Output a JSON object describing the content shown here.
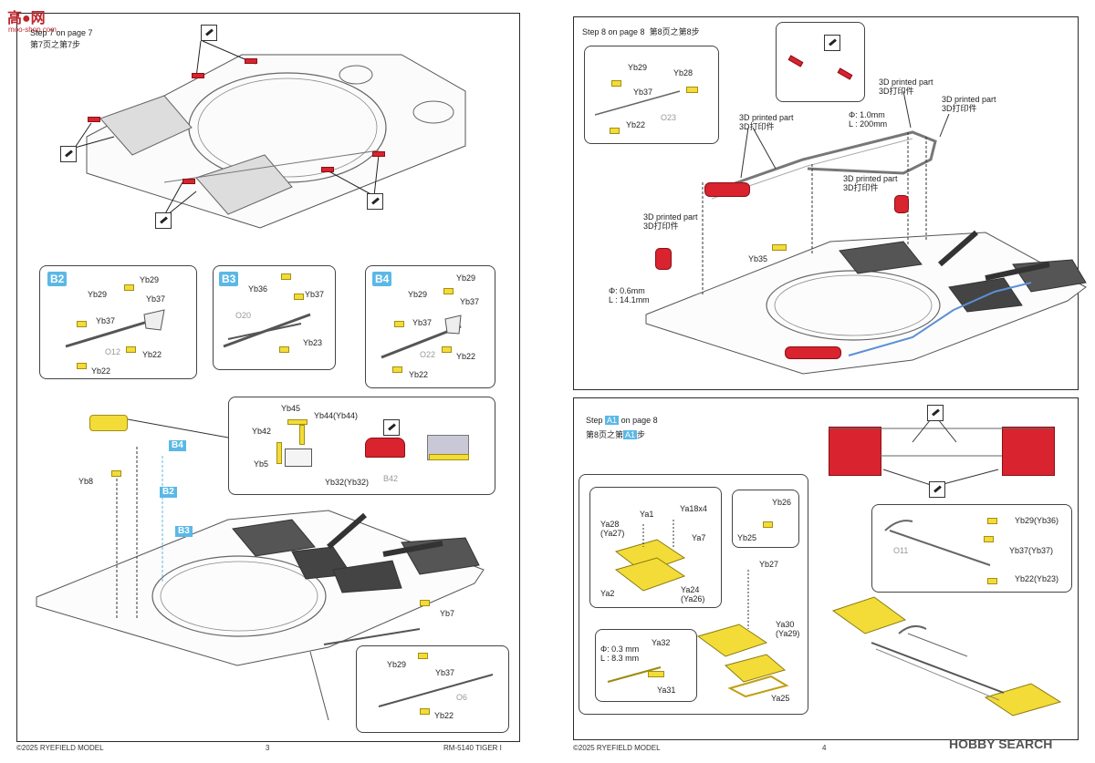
{
  "watermark_left": {
    "title": "高●网",
    "url": "moo-shop.com"
  },
  "watermark_right": {
    "text": "HOBBY SEARCH"
  },
  "left_page": {
    "step_ref": "Step 7 on page 7",
    "step_ref_cn": "第7页之第7步",
    "boxes": {
      "b2": {
        "tag": "B2",
        "labels": [
          "Yb29",
          "Yb29",
          "Yb37",
          "Yb37",
          "O12",
          "Yb22",
          "Yb22"
        ]
      },
      "b3": {
        "tag": "B3",
        "labels": [
          "Yb36",
          "Yb37",
          "O20",
          "Yb23"
        ]
      },
      "b4": {
        "tag": "B4",
        "labels": [
          "Yb29",
          "Yb29",
          "Yb37",
          "Yb37",
          "O22",
          "Yb22",
          "Yb22"
        ]
      },
      "detail": {
        "labels": [
          "Yb45",
          "Yb44(Yb44)",
          "Yb42",
          "Yb5",
          "Yb32(Yb32)",
          "B42"
        ]
      },
      "small": {
        "labels": [
          "Yb29",
          "Yb37",
          "O6",
          "Yb22"
        ]
      }
    },
    "callouts": {
      "yb8": "Yb8",
      "b4": "B4",
      "b2": "B2",
      "b3": "B3",
      "yb7": "Yb7"
    },
    "footer": {
      "copyright": "©2025 RYEFIELD MODEL",
      "page": "3",
      "product": "RM-5140 TIGER I"
    }
  },
  "right_top": {
    "step_ref": "Step 8 on page 8",
    "step_ref_cn": "第8页之第8步",
    "inset_labels": [
      "Yb29",
      "Yb28",
      "Yb37",
      "O23",
      "Yb22"
    ],
    "printed_part": "3D printed part",
    "printed_part_cn": "3D打印件",
    "wire_1": {
      "diameter": "Φ: 1.0mm",
      "length": "L : 200mm"
    },
    "wire_2": {
      "diameter": "Φ: 0.6mm",
      "length": "L : 14.1mm"
    },
    "yb35": "Yb35"
  },
  "right_bottom": {
    "step_ref_prefix": "Step",
    "step_ref_tag": "A1",
    "step_ref_suffix": "on page 8",
    "step_ref_cn_prefix": "第8页之第",
    "step_ref_cn_tag": "A1",
    "step_ref_cn_suffix": "步",
    "plate_labels": [
      "Ya1",
      "Ya18x4",
      "Ya28\n(Ya27)",
      "Ya7",
      "Ya2",
      "Ya24\n(Ya26)"
    ],
    "small_labels": [
      "Yb26",
      "Yb25"
    ],
    "mid_labels": [
      "Yb27",
      "Ya30\n(Ya29)",
      "Ya25"
    ],
    "wire_box": {
      "diameter": "Φ: 0.3 mm",
      "length": "L : 8.3 mm",
      "labels": [
        "Ya32",
        "Ya31"
      ]
    },
    "tool_labels": [
      "Yb29(Yb36)",
      "O11",
      "Yb37(Yb37)",
      "Yb22(Yb23)"
    ]
  },
  "right_footer": {
    "copyright": "©2025 RYEFIELD MODEL",
    "page": "4"
  }
}
